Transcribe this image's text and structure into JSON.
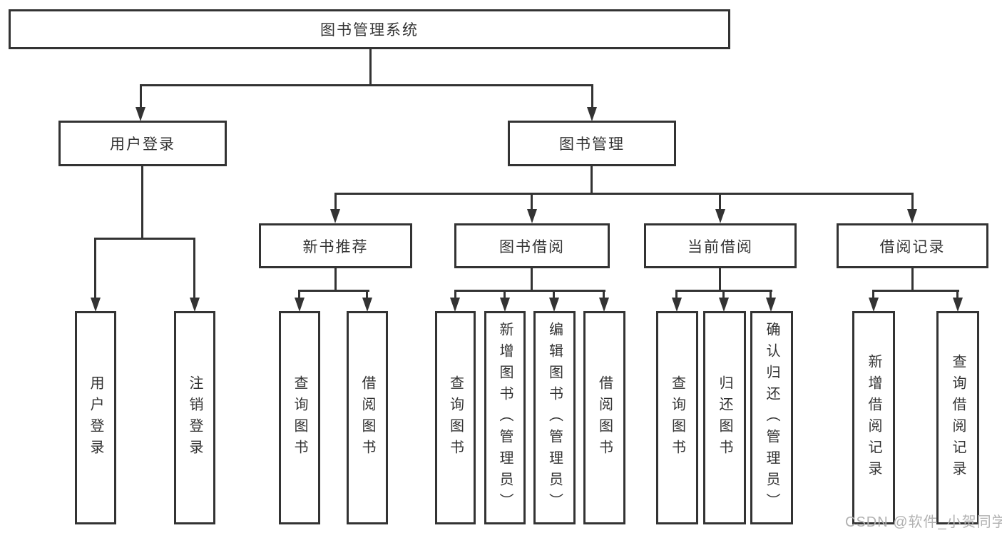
{
  "diagram_title": "图书管理系统",
  "nodes": {
    "root": "图书管理系统",
    "level2": [
      "用户登录",
      "图书管理"
    ],
    "level3": [
      "新书推荐",
      "图书借阅",
      "当前借阅",
      "借阅记录"
    ],
    "user_children": [
      "用户登录",
      "注销登录"
    ],
    "recommend_children": [
      "查询图书",
      "借阅图书"
    ],
    "borrow_children": [
      "查询图书",
      "新增图书（管理员）",
      "编辑图书（管理员）",
      "借阅图书"
    ],
    "current_children": [
      "查询图书",
      "归还图书",
      "确认归还（管理员）"
    ],
    "records_children": [
      "新增借阅记录",
      "查询借阅记录"
    ]
  },
  "watermark": {
    "text": "CSDN @软件_小贺同学"
  },
  "colors": {
    "line": "#333333",
    "text": "#333333",
    "background": "#ffffff",
    "watermark": "#b1b1b1"
  }
}
